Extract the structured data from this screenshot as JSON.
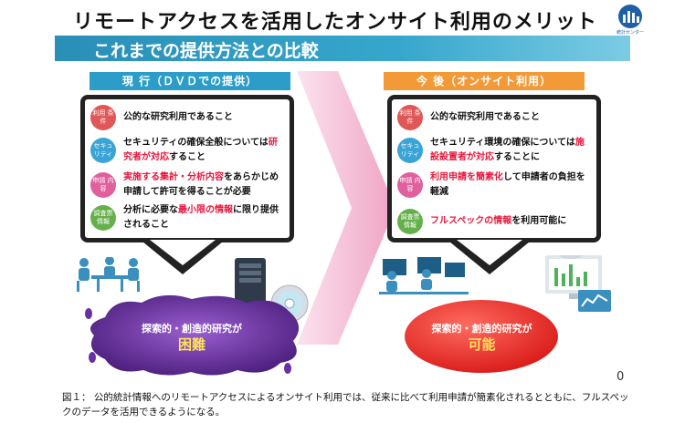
{
  "title": "リモートアクセスを活用したオンサイト利用のメリット",
  "logo_text": "統計センター",
  "subtitle": "これまでの提供方法との比較",
  "left": {
    "tag": "現 行（ＤＶＤでの提供）",
    "rows": [
      {
        "badge": "利用 条件",
        "text": [
          {
            "t": "公的な研究利用であること",
            "hl": false
          }
        ]
      },
      {
        "badge": "セキュ リティ",
        "text": [
          {
            "t": "セキュリティの確保全般については",
            "hl": false
          },
          {
            "t": "研究者が対応",
            "hl": true
          },
          {
            "t": "すること",
            "hl": false
          }
        ]
      },
      {
        "badge": "申請 内容",
        "text": [
          {
            "t": "実施する集計・分析内容",
            "hl": true
          },
          {
            "t": "をあらかじめ申請して許可を得ることが必要",
            "hl": false
          }
        ]
      },
      {
        "badge": "調査票 情報",
        "text": [
          {
            "t": "分析に必要な",
            "hl": false
          },
          {
            "t": "最小限の情報",
            "hl": true
          },
          {
            "t": "に限り提供されること",
            "hl": false
          }
        ]
      }
    ],
    "outcome_line1": "探索的・創造的研究が",
    "outcome_line2": "困難"
  },
  "right": {
    "tag": "今 後（オンサイト利用）",
    "rows": [
      {
        "badge": "利用 条件",
        "text": [
          {
            "t": "公的な研究利用であること",
            "hl": false
          }
        ]
      },
      {
        "badge": "セキュ リティ",
        "text": [
          {
            "t": "セキュリティ環境の確保については",
            "hl": false
          },
          {
            "t": "施設設置者が対応",
            "hl": true
          },
          {
            "t": "することに",
            "hl": false
          }
        ]
      },
      {
        "badge": "申請 内容",
        "text": [
          {
            "t": "利用申請を簡素化",
            "hl": true
          },
          {
            "t": "して申請者の負担を軽減",
            "hl": false
          }
        ]
      },
      {
        "badge": "調査票 情報",
        "text": [
          {
            "t": "フルスペックの情報",
            "hl": true
          },
          {
            "t": "を利用可能に",
            "hl": false
          }
        ]
      }
    ],
    "outcome_line1": "探索的・創造的研究が",
    "outcome_line2": "可能"
  },
  "page_number": "0",
  "caption": "図１： 公的統計情報へのリモートアクセスによるオンサイト利用では、従来に比べて利用申請が簡素化されるとともに、フルスペックのデータを活用できるようになる。",
  "colors": {
    "teal": "#2b9dc8",
    "orange": "#f39a38",
    "highlight": "#e8173d",
    "purple": "#6a2fa3",
    "outcome_red": "#e0231f"
  }
}
